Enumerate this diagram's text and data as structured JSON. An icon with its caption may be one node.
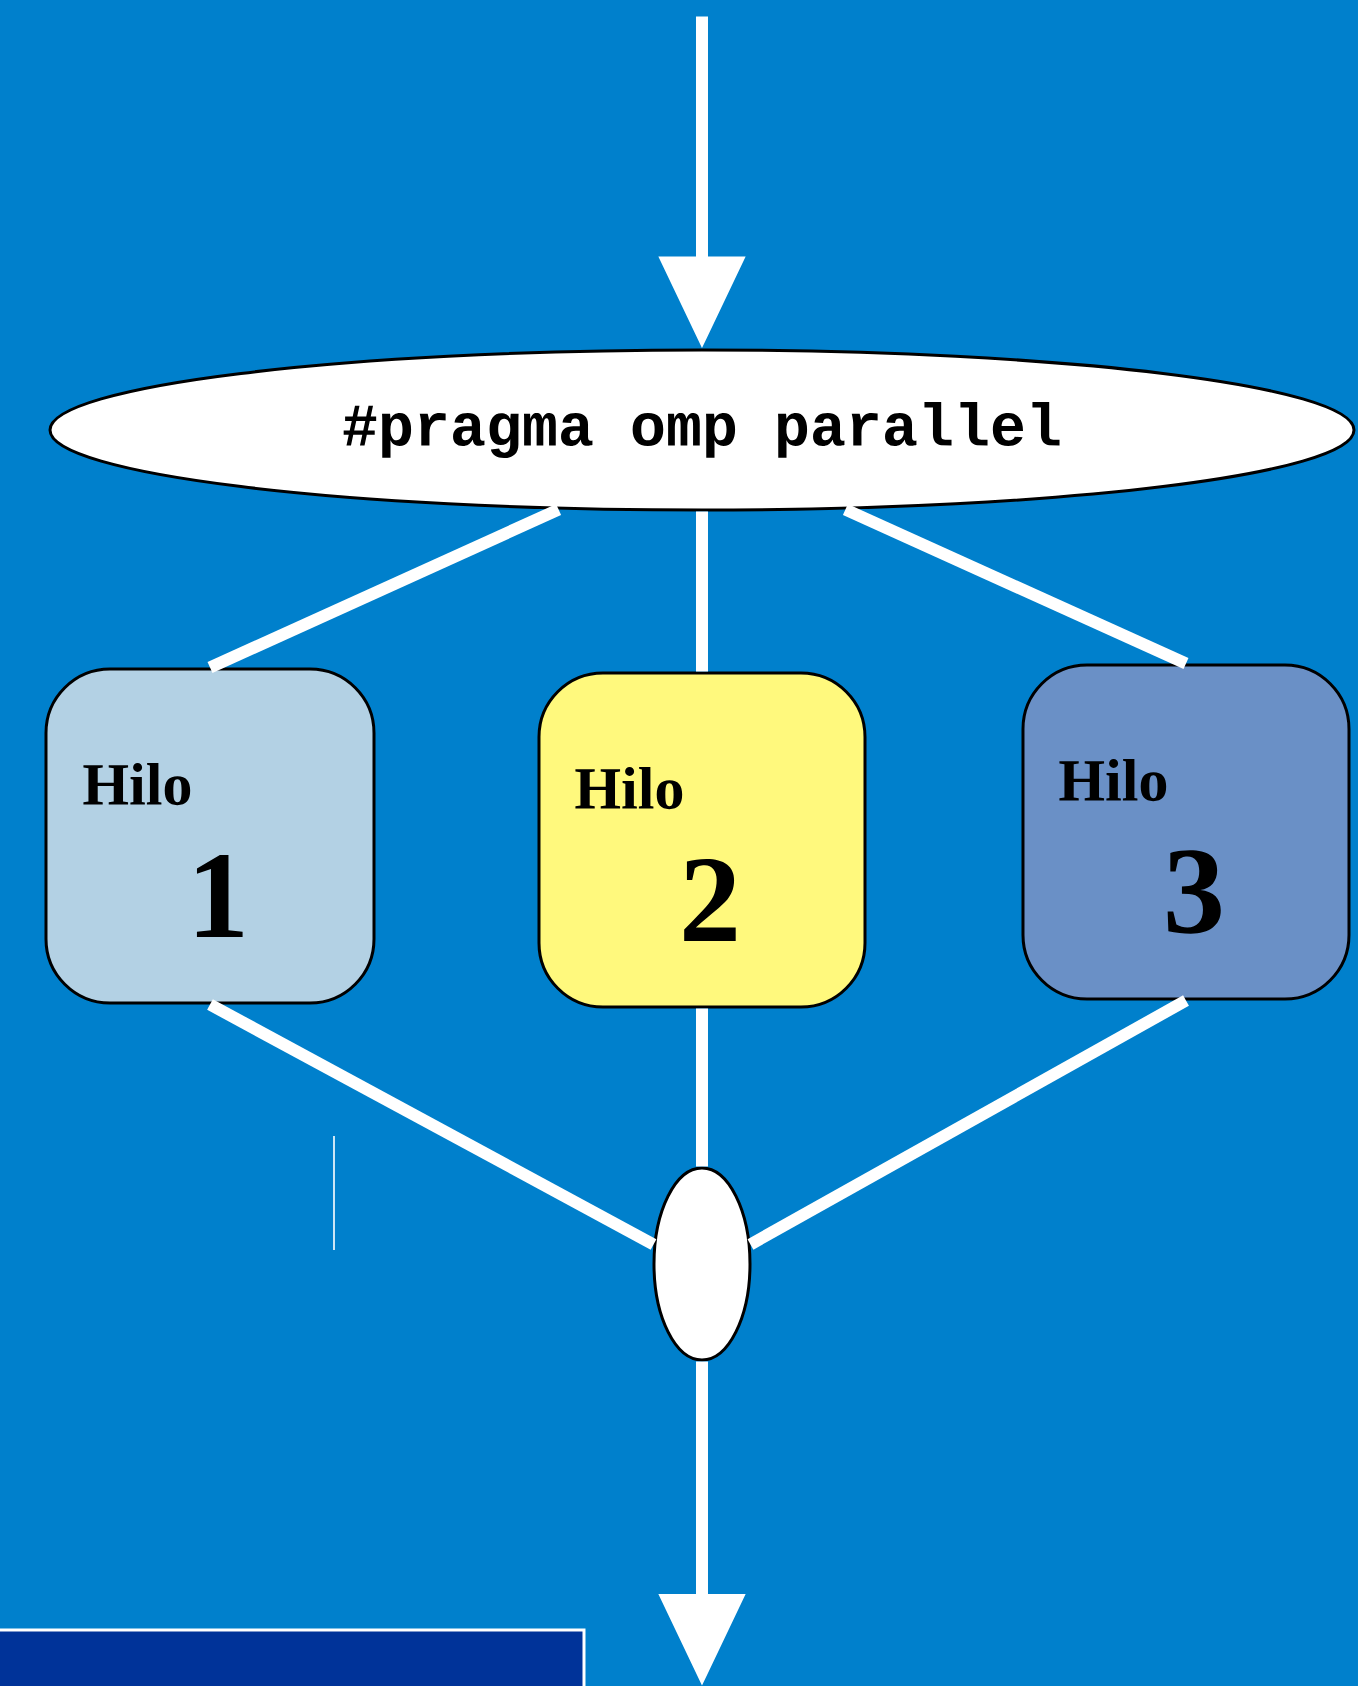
{
  "diagram": {
    "nodes": [
      {
        "text": [
          "#pragma omp parallel"
        ]
      },
      {
        "text": [
          "Hilo",
          "1"
        ]
      },
      {
        "text": [
          "Hilo",
          "2"
        ]
      },
      {
        "text": [
          "Hilo",
          "3"
        ]
      },
      {
        "text": [],
        "shape": "ellipse"
      }
    ],
    "edges": [
      {
        "from": null,
        "to": 0,
        "arrow": "to"
      },
      {
        "from": 0,
        "to": 1,
        "arrow": "none"
      },
      {
        "from": 0,
        "to": 2,
        "arrow": "none"
      },
      {
        "from": 0,
        "to": 3,
        "arrow": "none"
      },
      {
        "from": 1,
        "to": 4,
        "arrow": "none"
      },
      {
        "from": 2,
        "to": 4,
        "arrow": "none"
      },
      {
        "from": 3,
        "to": 4,
        "arrow": "none"
      },
      {
        "from": 4,
        "to": null,
        "arrow": "to"
      }
    ]
  }
}
